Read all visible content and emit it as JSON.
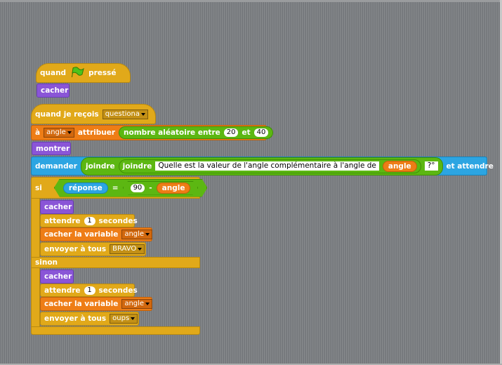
{
  "script_area": {
    "green_flag_script": {
      "hat_when": "quand",
      "hat_pressed": "pressé",
      "hide_label": "cacher"
    },
    "receive_script": {
      "hat_label": "quand je reçois",
      "hat_message": "questiona",
      "set_to": "à",
      "set_var": "angle",
      "set_attribuer": "attribuer",
      "random_label": "nombre aléatoire entre",
      "random_from": "20",
      "random_and": "et",
      "random_to": "40",
      "show_label": "montrer",
      "ask_label": "demander",
      "join_outer": "joindre",
      "join_inner": "joindre",
      "question_text": "Quelle est la valeur de l'angle complémentaire à l'angle de",
      "angle_reporter": "angle",
      "question_mark": "?°",
      "ask_wait": "et attendre"
    },
    "if_else": {
      "if_label": "si",
      "answer_reporter": "réponse",
      "equals": "=",
      "number_90": "90",
      "minus": "-",
      "angle_reporter": "angle",
      "else_label": "sinon",
      "then_branch": {
        "hide": "cacher",
        "wait_label": "attendre",
        "wait_value": "1",
        "wait_unit": "secondes",
        "hide_var_label": "cacher la variable",
        "hide_var_name": "angle",
        "broadcast_label": "envoyer à tous",
        "broadcast_msg": "BRAVO"
      },
      "else_branch": {
        "hide": "cacher",
        "wait_label": "attendre",
        "wait_value": "1",
        "wait_unit": "secondes",
        "hide_var_label": "cacher la variable",
        "hide_var_name": "angle",
        "broadcast_label": "envoyer à tous",
        "broadcast_msg": "oups"
      }
    }
  },
  "icons": {
    "flag": "green-flag-icon",
    "dropdown": "chevron-down-icon"
  },
  "colors": {
    "events": "#e1a91a",
    "looks": "#8a55d7",
    "data": "#ee7d16",
    "sensing": "#2ca5e2",
    "operators": "#5cb712"
  }
}
